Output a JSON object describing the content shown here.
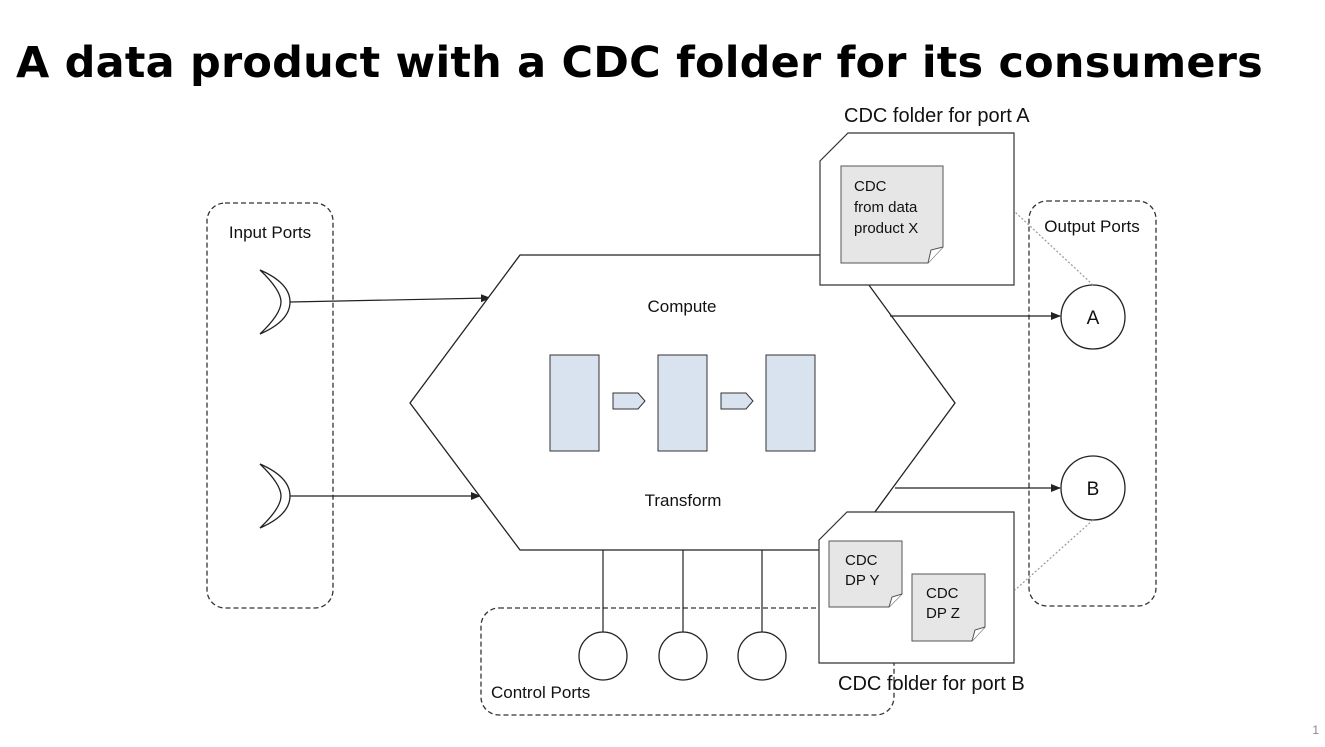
{
  "title": "A data product with a CDC folder for its consumers",
  "labels": {
    "cdc_folder_a": "CDC folder for port A",
    "cdc_doc_x": [
      "CDC",
      "from data",
      "product X"
    ],
    "input_ports": "Input Ports",
    "output_ports": "Output Ports",
    "compute": "Compute",
    "transform": "Transform",
    "port_a": "A",
    "port_b": "B",
    "cdc_doc_y": [
      "CDC",
      "DP Y"
    ],
    "cdc_doc_z": [
      "CDC",
      "DP Z"
    ],
    "control_ports": "Control Ports",
    "cdc_folder_b": "CDC folder for port B"
  },
  "page_number": "1",
  "colors": {
    "stage_fill": "#d9e3f0",
    "doc_fill": "#e6e6e6",
    "stroke": "#222222",
    "dotted": "#888888"
  }
}
